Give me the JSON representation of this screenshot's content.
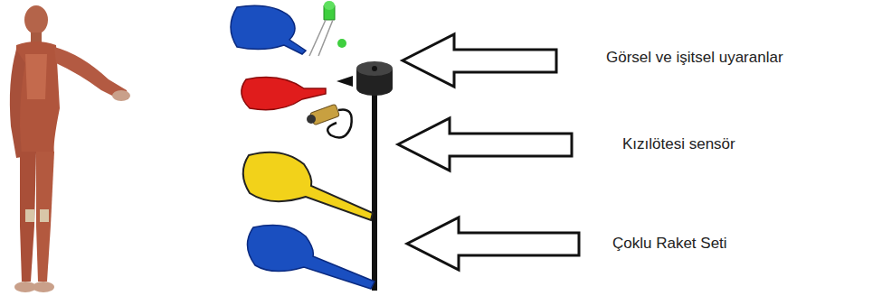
{
  "diagram": {
    "labels": [
      "Görsel ve işitsel uyaranlar",
      "Kızılötesi sensör",
      "Çoklu Raket Seti"
    ]
  }
}
